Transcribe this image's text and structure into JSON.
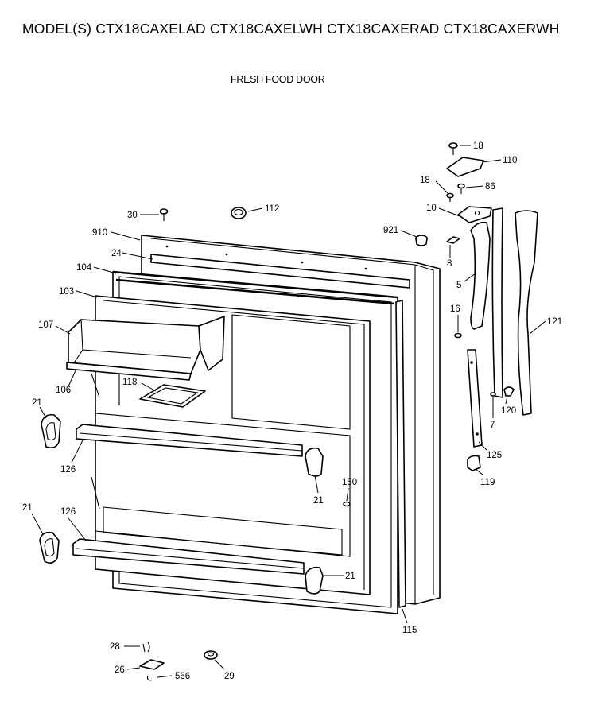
{
  "header": {
    "model_line": "MODEL(S) CTX18CAXELAD  CTX18CAXELWH  CTX18CAXERAD  CTX18CAXERWH",
    "section": "FRESH FOOD DOOR"
  },
  "callouts": [
    {
      "id": "c18a",
      "text": "18"
    },
    {
      "id": "c110",
      "text": "110"
    },
    {
      "id": "c18b",
      "text": "18"
    },
    {
      "id": "c86",
      "text": "86"
    },
    {
      "id": "c10",
      "text": "10"
    },
    {
      "id": "c30",
      "text": "30"
    },
    {
      "id": "c112",
      "text": "112"
    },
    {
      "id": "c910",
      "text": "910"
    },
    {
      "id": "c921",
      "text": "921"
    },
    {
      "id": "c24",
      "text": "24"
    },
    {
      "id": "c8",
      "text": "8"
    },
    {
      "id": "c104",
      "text": "104"
    },
    {
      "id": "c103",
      "text": "103"
    },
    {
      "id": "c5",
      "text": "5"
    },
    {
      "id": "c16",
      "text": "16"
    },
    {
      "id": "c107",
      "text": "107"
    },
    {
      "id": "c121",
      "text": "121"
    },
    {
      "id": "c118",
      "text": "118"
    },
    {
      "id": "c106",
      "text": "106"
    },
    {
      "id": "c21a",
      "text": "21"
    },
    {
      "id": "c7",
      "text": "7"
    },
    {
      "id": "c120",
      "text": "120"
    },
    {
      "id": "c126a",
      "text": "126"
    },
    {
      "id": "c125",
      "text": "125"
    },
    {
      "id": "c119",
      "text": "119"
    },
    {
      "id": "c150",
      "text": "150"
    },
    {
      "id": "c21b",
      "text": "21"
    },
    {
      "id": "c21c",
      "text": "21"
    },
    {
      "id": "c126b",
      "text": "126"
    },
    {
      "id": "c21d",
      "text": "21"
    },
    {
      "id": "c115",
      "text": "115"
    },
    {
      "id": "c28",
      "text": "28"
    },
    {
      "id": "c26",
      "text": "26"
    },
    {
      "id": "c566",
      "text": "566"
    },
    {
      "id": "c29",
      "text": "29"
    }
  ]
}
